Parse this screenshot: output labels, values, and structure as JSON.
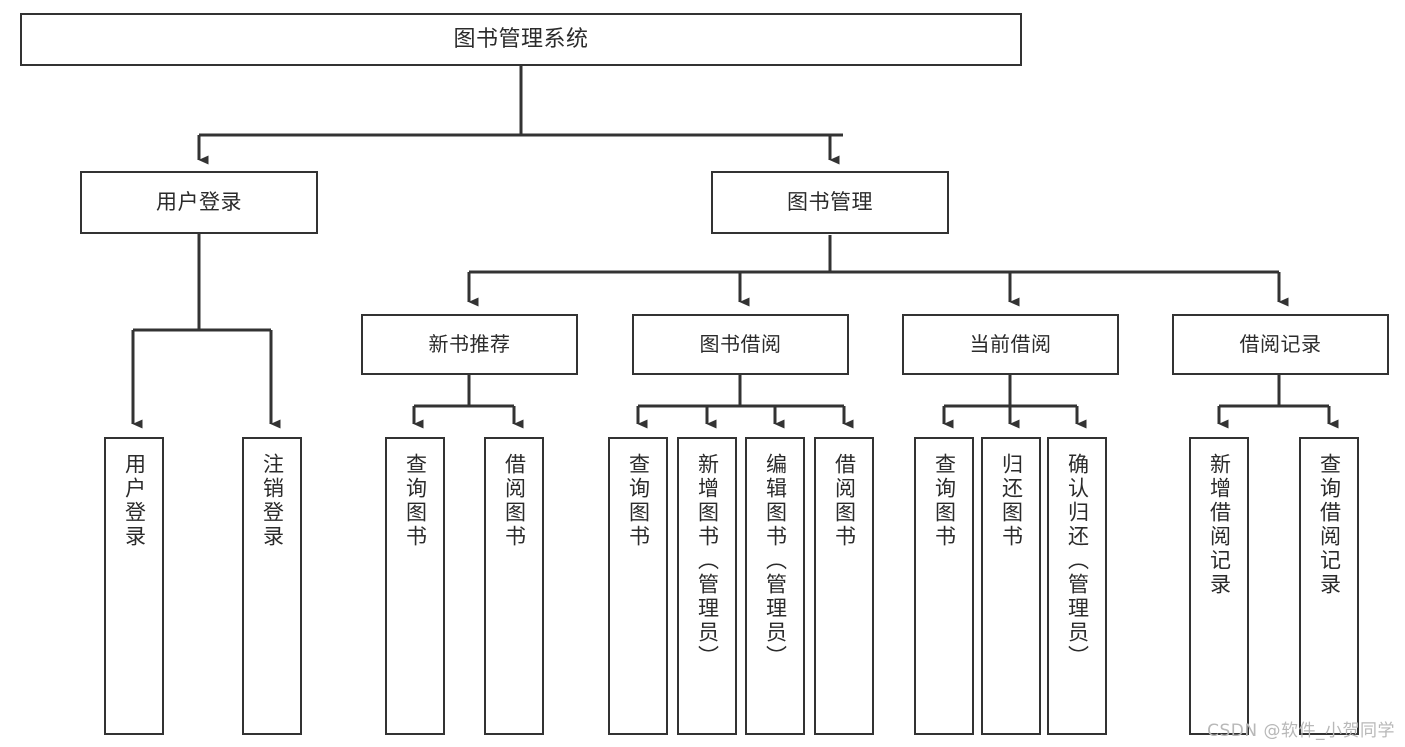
{
  "diagram": {
    "title": "图书管理系统",
    "type": "tree-hierarchy-diagram",
    "colors": {
      "box_border": "#333333",
      "box_fill": "#ffffff",
      "text": "#2b2b2b",
      "connector": "#333333",
      "watermark": "#b8b8b8",
      "background": "#ffffff"
    },
    "root": {
      "label": "图书管理系统"
    },
    "level2": [
      {
        "label": "用户登录"
      },
      {
        "label": "图书管理"
      }
    ],
    "level3": [
      {
        "label": "新书推荐"
      },
      {
        "label": "图书借阅"
      },
      {
        "label": "当前借阅"
      },
      {
        "label": "借阅记录"
      }
    ],
    "leaves": {
      "user_login": [
        {
          "label": "用户登录"
        },
        {
          "label": "注销登录"
        }
      ],
      "new_book_recommend": [
        {
          "label": "查询图书"
        },
        {
          "label": "借阅图书"
        }
      ],
      "book_borrow": [
        {
          "label": "查询图书"
        },
        {
          "label": "新增图书（管理员）"
        },
        {
          "label": "编辑图书（管理员）"
        },
        {
          "label": "借阅图书"
        }
      ],
      "current_borrow": [
        {
          "label": "查询图书"
        },
        {
          "label": "归还图书"
        },
        {
          "label": "确认归还（管理员）"
        }
      ],
      "borrow_record": [
        {
          "label": "新增借阅记录"
        },
        {
          "label": "查询借阅记录"
        }
      ]
    }
  },
  "watermark": {
    "text": "CSDN @软件_小贺同学"
  }
}
